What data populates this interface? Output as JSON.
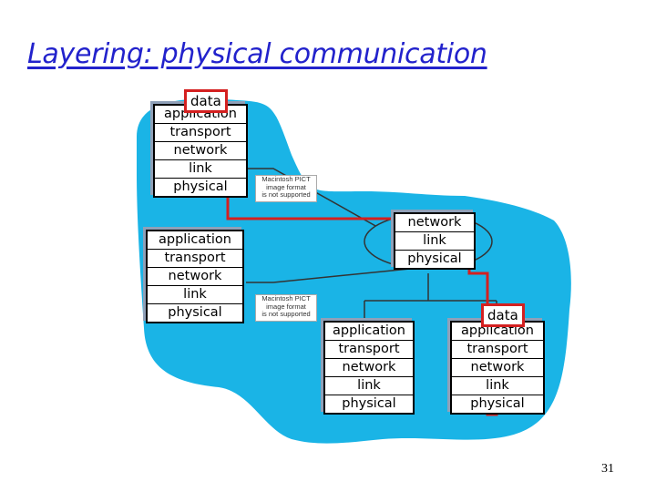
{
  "title": "Layering: physical communication",
  "page_number": "31",
  "colors": {
    "cloud": "#1ab4e6",
    "flow": "#d42020",
    "title": "#2222cc",
    "stack_shadow": "#8fa0b8"
  },
  "stack_layers": [
    "application",
    "transport",
    "network",
    "link",
    "physical"
  ],
  "router_layers": [
    "network",
    "link",
    "physical"
  ],
  "data_label": "data",
  "placeholder_image_text": [
    "Macintosh PICT",
    "image format",
    "is not supported"
  ]
}
